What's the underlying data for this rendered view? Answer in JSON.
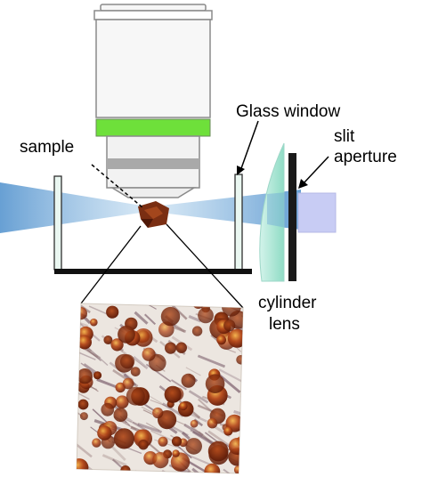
{
  "labels": {
    "glass_window": "Glass window",
    "slit_line1": "slit",
    "slit_line2": "aperture",
    "sample": "sample",
    "cylinder_line1": "cylinder",
    "cylinder_line2": "lens"
  },
  "colors": {
    "beam": "#8fb8dc",
    "objective_green": "#6ee03a",
    "objective_body": "#f4f4f4",
    "objective_outline": "#8a8a8a",
    "cylinder_lens": "#a8e6d4",
    "slit_box": "#c8ccf4",
    "window_glass": "#e8f6f0",
    "sample": "#7a2e12",
    "stage_plate": "#111111",
    "volume_bg": "#e9e3de",
    "blob_dark": "#6a1e0a",
    "blob_mid": "#9a3a14",
    "blob_bright": "#f2a23a"
  },
  "icons": {
    "objective": "microscope-objective-icon",
    "cylinder_lens": "cylinder-lens-icon",
    "slit": "slit-aperture-icon",
    "sample_cube": "sample-cube-icon",
    "volume_render": "volume-rendering-image"
  }
}
